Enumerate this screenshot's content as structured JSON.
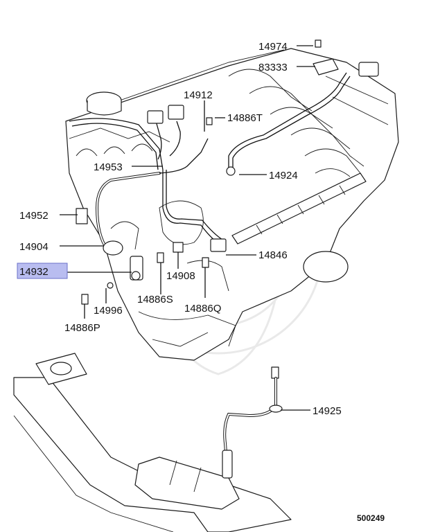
{
  "diagram_id": "500249",
  "highlight_color": "#b9bdf0",
  "parts": {
    "p14974": "14974",
    "p83333": "83333",
    "p14912": "14912",
    "p14886T": "14886T",
    "p14953": "14953",
    "p14924": "14924",
    "p14952": "14952",
    "p14904": "14904",
    "p14846": "14846",
    "p14932": "14932",
    "p14908": "14908",
    "p14886S": "14886S",
    "p14996": "14996",
    "p14886Q": "14886Q",
    "p14886P": "14886P",
    "p14925": "14925"
  }
}
